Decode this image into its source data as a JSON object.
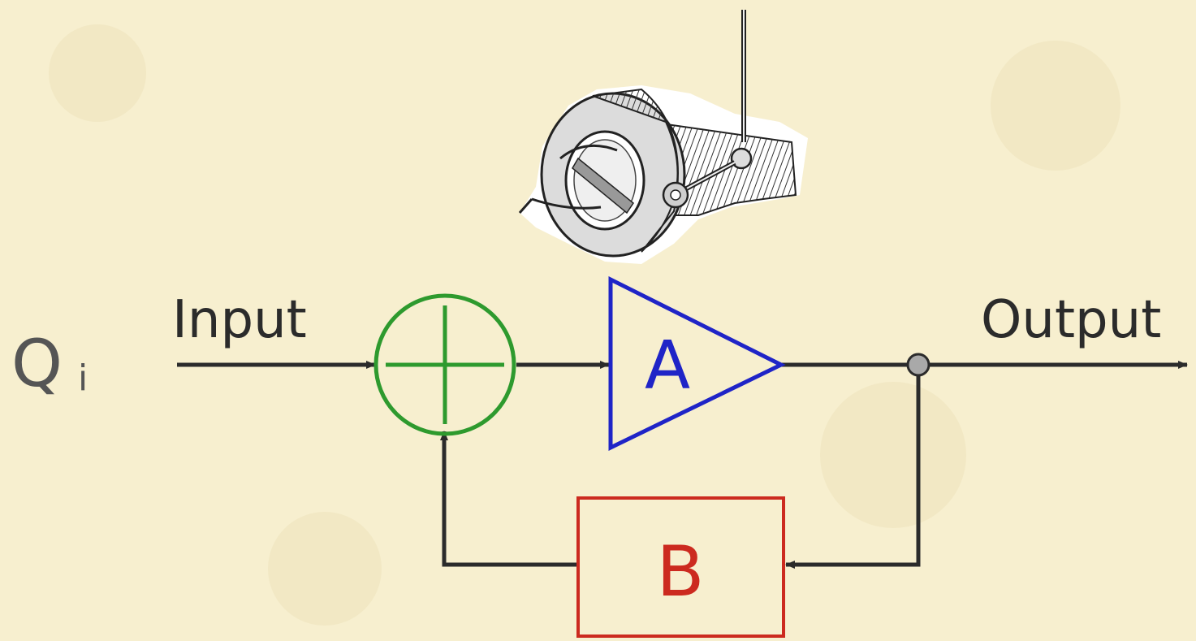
{
  "diagram": {
    "variable_label": {
      "main": "Q",
      "subscript": "i"
    },
    "input_label": "Input",
    "output_label": "Output",
    "amplifier_label": "A",
    "feedback_label": "B",
    "summing_sign": "+"
  },
  "colors": {
    "background": "#f7efcf",
    "wire": "#2b2b2b",
    "summing_junction": "#2e9a2e",
    "amplifier": "#1f24c7",
    "feedback_block": "#cc2a1f",
    "variable_label": "#555555",
    "tap_node": "#a9a9a9"
  },
  "icons": {
    "device_illustration": "engraved-rotary-valve-icon"
  }
}
